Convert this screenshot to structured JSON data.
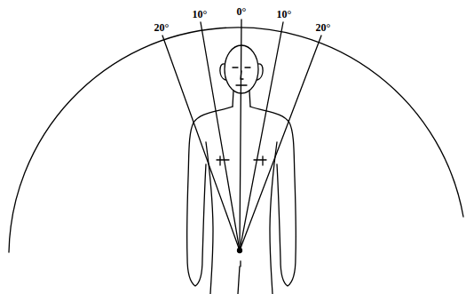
{
  "diagram": {
    "labels": [
      "20°",
      "10°",
      "0°",
      "10°",
      "20°"
    ]
  }
}
